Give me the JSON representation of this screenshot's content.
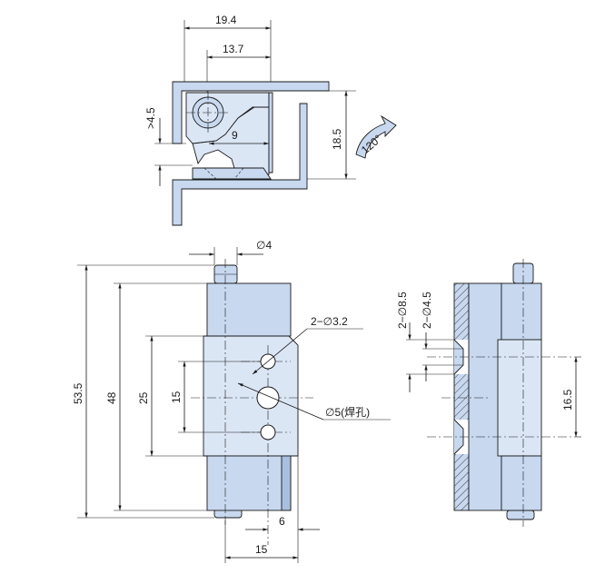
{
  "top_view": {
    "dim_width_outer": "19.4",
    "dim_width_inner": "13.7",
    "dim_gap": ">4.5",
    "dim_offset": "9",
    "dim_height": "18.5",
    "rotation_label": "120°"
  },
  "front_view": {
    "dim_pin_dia": "∅4",
    "dim_total_height": "53.5",
    "dim_body_height": "48",
    "dim_plate_height": "25",
    "dim_hole_pitch": "15",
    "dim_small_holes": "2−∅3.2",
    "dim_weld_hole": "∅5(焊孔)",
    "dim_edge_offset": "6",
    "dim_width": "15"
  },
  "side_view": {
    "dim_countersink_outer": "2−∅8.5",
    "dim_countersink_inner": "2−∅4.5",
    "dim_hole_pitch": "16.5"
  },
  "colors": {
    "part_fill": "#c7d8ef",
    "line": "#1a1a1a"
  }
}
